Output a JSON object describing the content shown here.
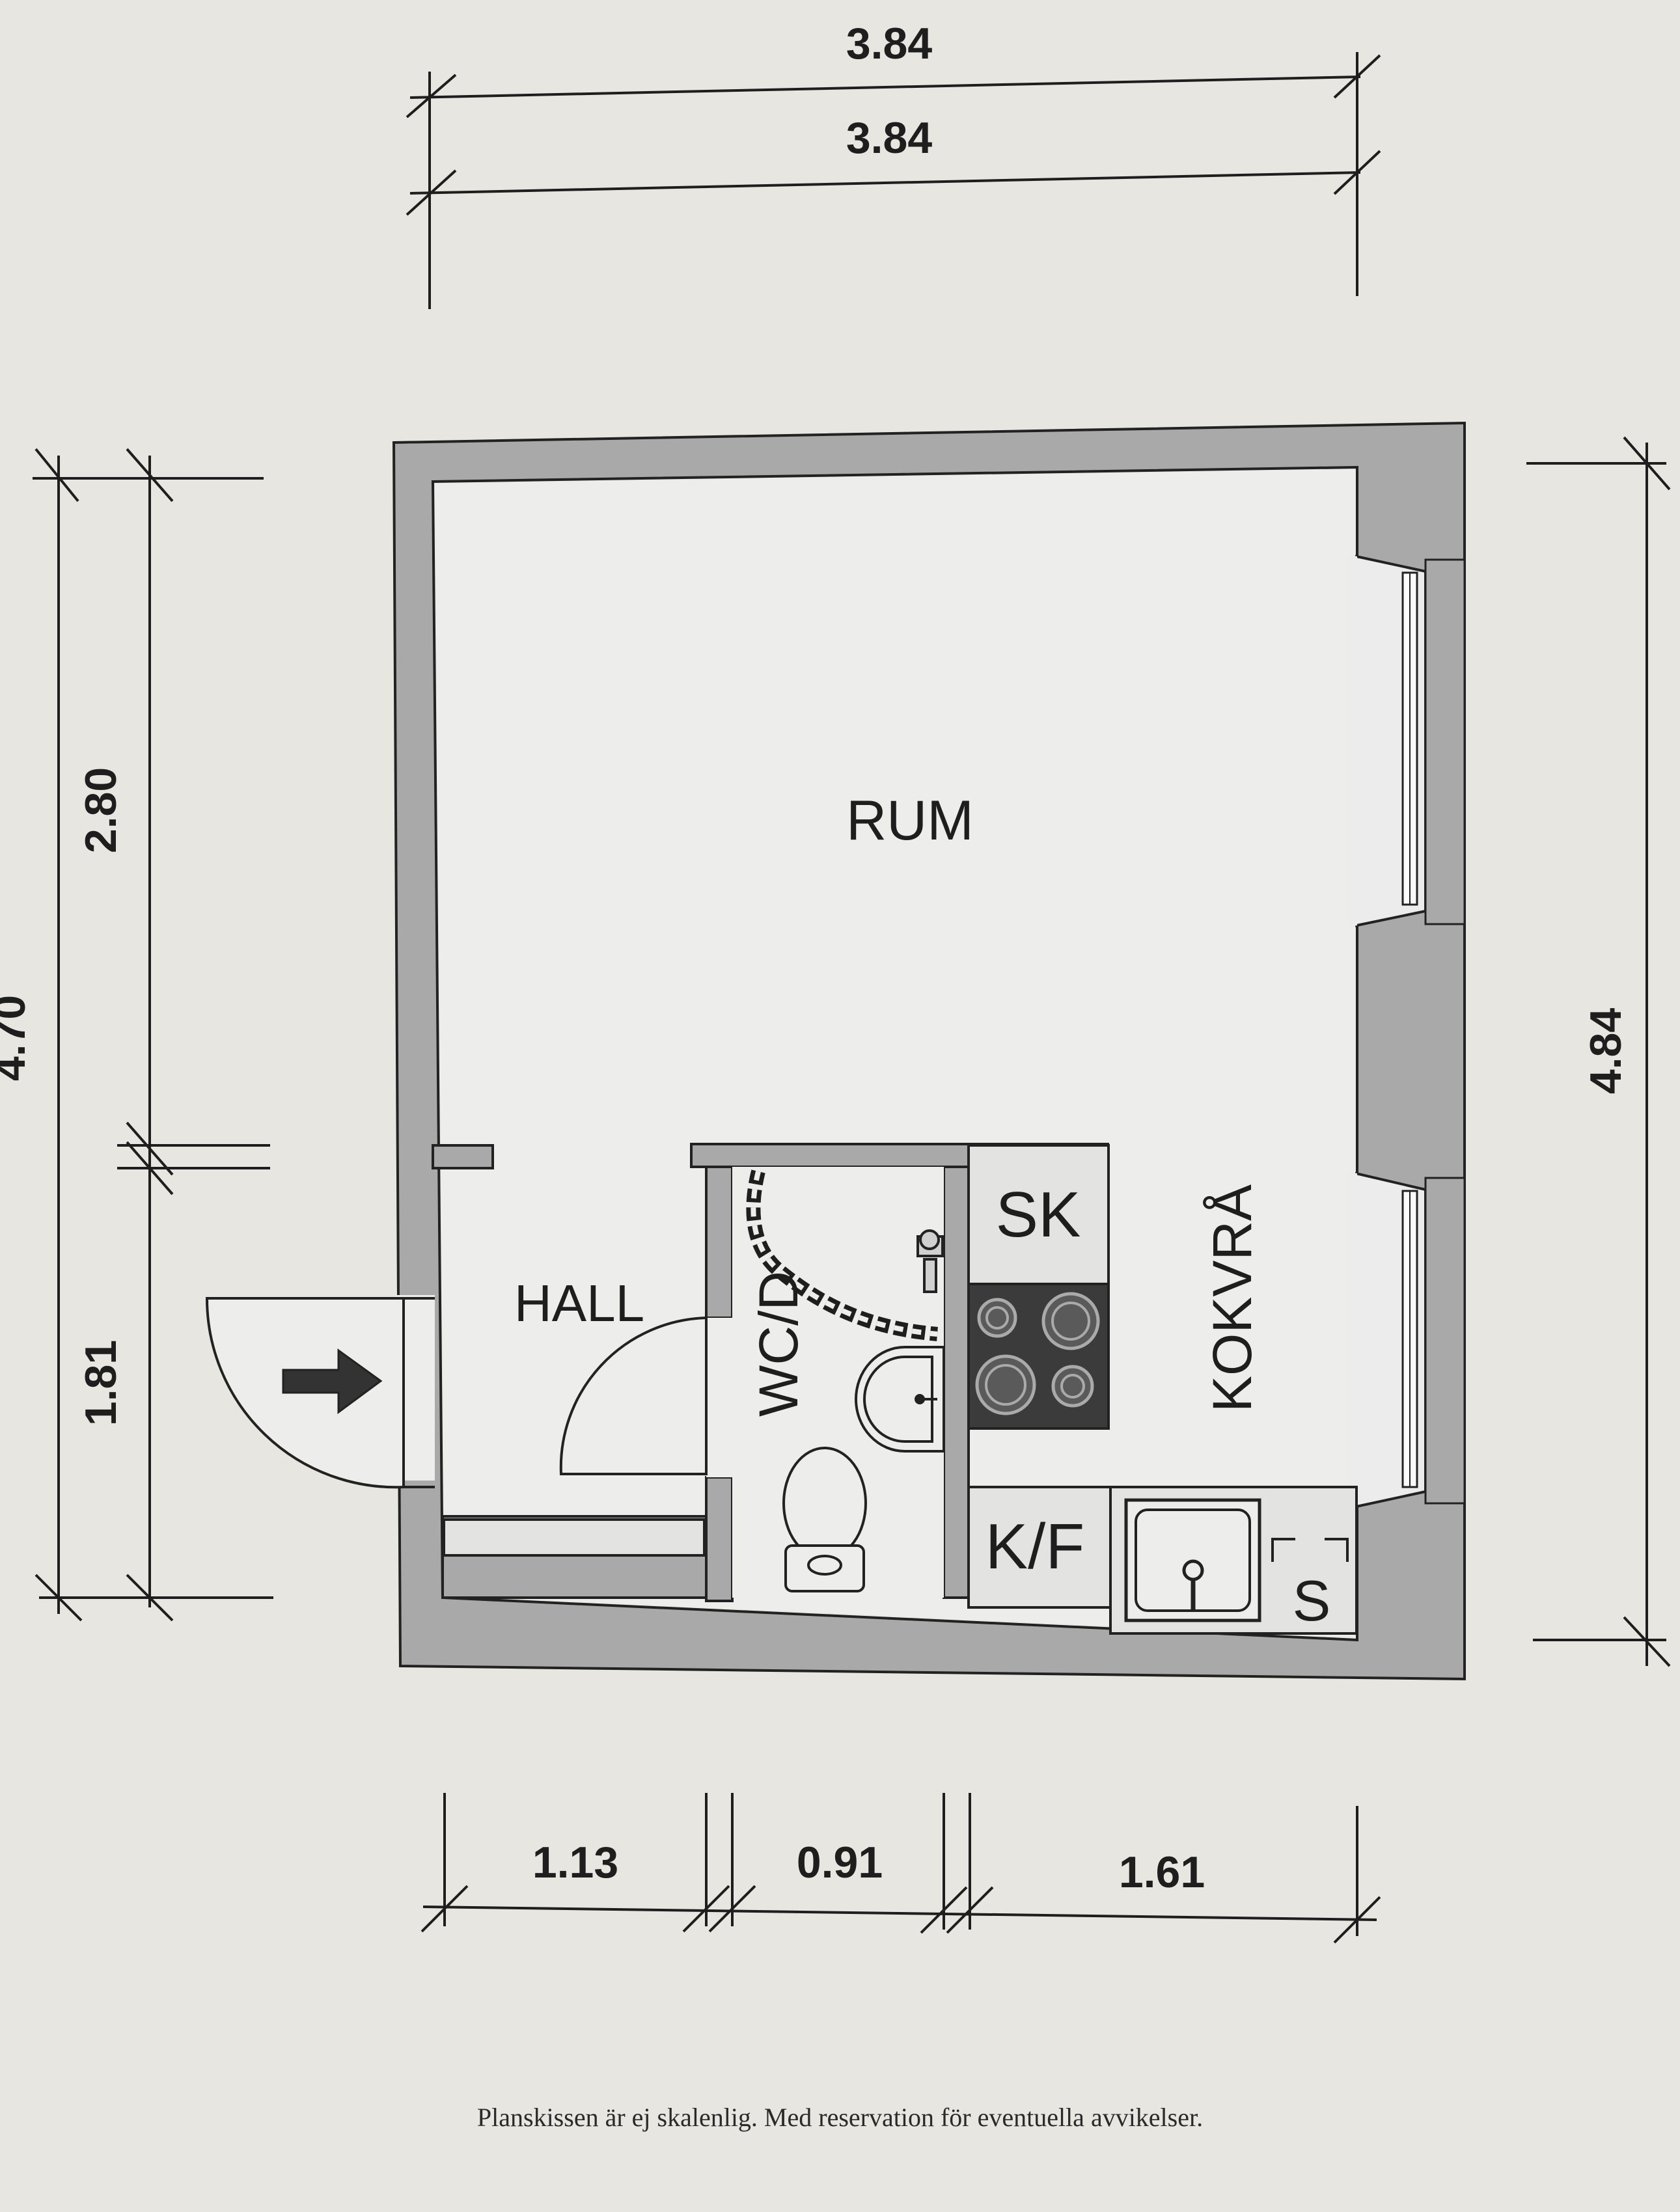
{
  "dimensions": {
    "top_outer": "3.84",
    "top_inner": "3.84",
    "left_outer_partial": "4.70",
    "left_upper": "2.80",
    "left_lower": "1.81",
    "right_total": "4.84",
    "bottom_hall": "1.13",
    "bottom_wc": "0.91",
    "bottom_kitchen": "1.61"
  },
  "rooms": {
    "main": "RUM",
    "hall": "HALL",
    "bathroom": "WC/D",
    "wardrobe": "SK",
    "kitchenette": "KOKVRÅ",
    "fridge": "K/F",
    "dishwasher": "S"
  },
  "footer": {
    "disclaimer": "Planskissen är ej skalenlig. Med reservation för eventuella avvikelser."
  }
}
